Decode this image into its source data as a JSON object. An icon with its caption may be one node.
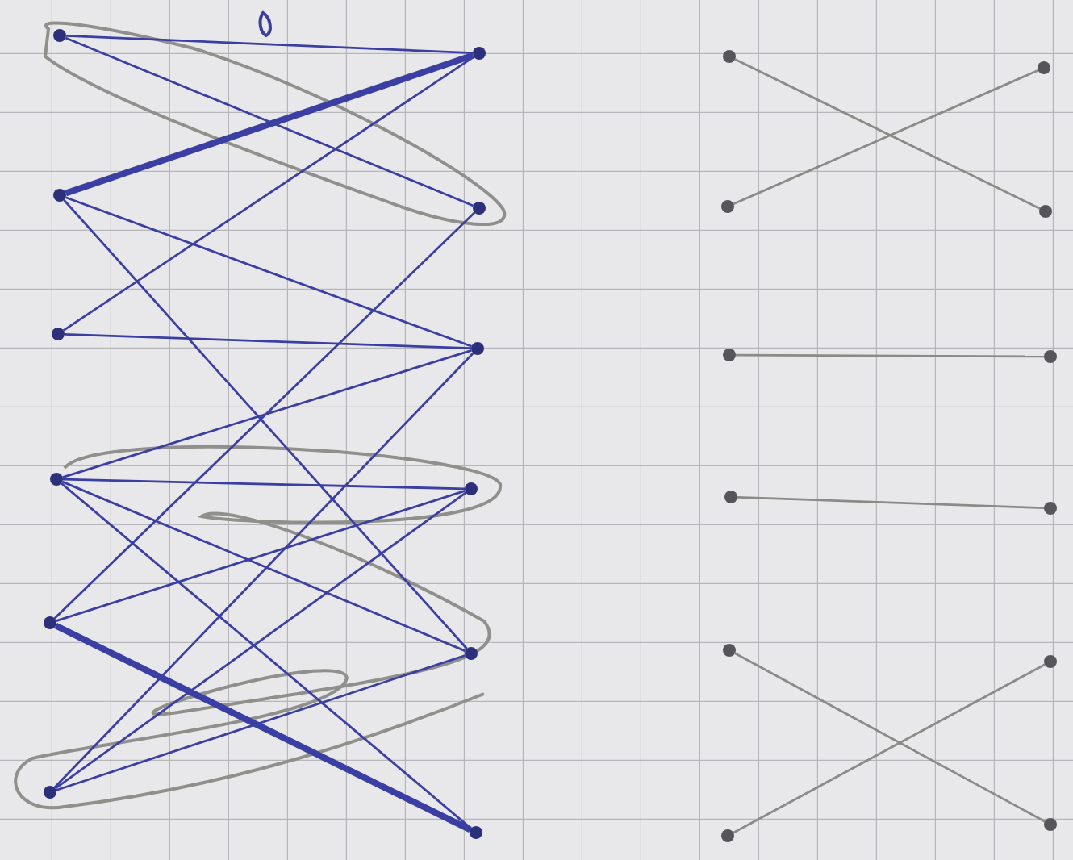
{
  "diagram": {
    "nodes": [
      {
        "text": [],
        "shape": "circle"
      },
      {
        "text": [],
        "shape": "circle"
      },
      {
        "text": [],
        "shape": "circle"
      },
      {
        "text": [],
        "shape": "circle"
      },
      {
        "text": [],
        "shape": "circle"
      },
      {
        "text": [],
        "shape": "circle"
      },
      {
        "text": [],
        "shape": "circle"
      },
      {
        "text": [],
        "shape": "circle"
      },
      {
        "text": [],
        "shape": "circle"
      },
      {
        "text": [],
        "shape": "circle"
      },
      {
        "text": [],
        "shape": "circle"
      },
      {
        "text": [],
        "shape": "circle"
      },
      {
        "text": [],
        "shape": "circle"
      },
      {
        "text": [],
        "shape": "circle"
      },
      {
        "text": [],
        "shape": "circle"
      },
      {
        "text": [],
        "shape": "circle"
      },
      {
        "text": [],
        "shape": "circle"
      },
      {
        "text": [],
        "shape": "circle"
      },
      {
        "text": [],
        "shape": "circle"
      },
      {
        "text": [],
        "shape": "circle"
      },
      {
        "text": [],
        "shape": "circle"
      },
      {
        "text": [],
        "shape": "circle"
      },
      {
        "text": [],
        "shape": "circle"
      },
      {
        "text": [],
        "shape": "circle"
      }
    ],
    "edges": [
      {
        "from": 0,
        "to": 6,
        "arrow": "none"
      },
      {
        "from": 0,
        "to": 7,
        "arrow": "none"
      },
      {
        "from": 1,
        "to": 6,
        "arrow": "none",
        "style": "thick"
      },
      {
        "from": 1,
        "to": 8,
        "arrow": "none"
      },
      {
        "from": 1,
        "to": 10,
        "arrow": "none"
      },
      {
        "from": 2,
        "to": 6,
        "arrow": "none"
      },
      {
        "from": 2,
        "to": 8,
        "arrow": "none"
      },
      {
        "from": 3,
        "to": 8,
        "arrow": "none"
      },
      {
        "from": 3,
        "to": 9,
        "arrow": "none"
      },
      {
        "from": 3,
        "to": 10,
        "arrow": "none"
      },
      {
        "from": 3,
        "to": 11,
        "arrow": "none"
      },
      {
        "from": 4,
        "to": 7,
        "arrow": "none"
      },
      {
        "from": 4,
        "to": 9,
        "arrow": "none"
      },
      {
        "from": 4,
        "to": 11,
        "arrow": "none",
        "style": "thick"
      },
      {
        "from": 5,
        "to": 8,
        "arrow": "none"
      },
      {
        "from": 5,
        "to": 9,
        "arrow": "none"
      },
      {
        "from": 5,
        "to": 10,
        "arrow": "none"
      },
      {
        "from": 12,
        "to": 19,
        "arrow": "none",
        "color": "#8a8a86"
      },
      {
        "from": 13,
        "to": 18,
        "arrow": "none",
        "color": "#8a8a86"
      },
      {
        "from": 14,
        "to": 20,
        "arrow": "none",
        "color": "#8a8a86"
      },
      {
        "from": 15,
        "to": 21,
        "arrow": "none",
        "color": "#8a8a86"
      },
      {
        "from": 16,
        "to": 23,
        "arrow": "none",
        "color": "#8a8a86"
      },
      {
        "from": 17,
        "to": 22,
        "arrow": "none",
        "color": "#8a8a86"
      }
    ]
  }
}
